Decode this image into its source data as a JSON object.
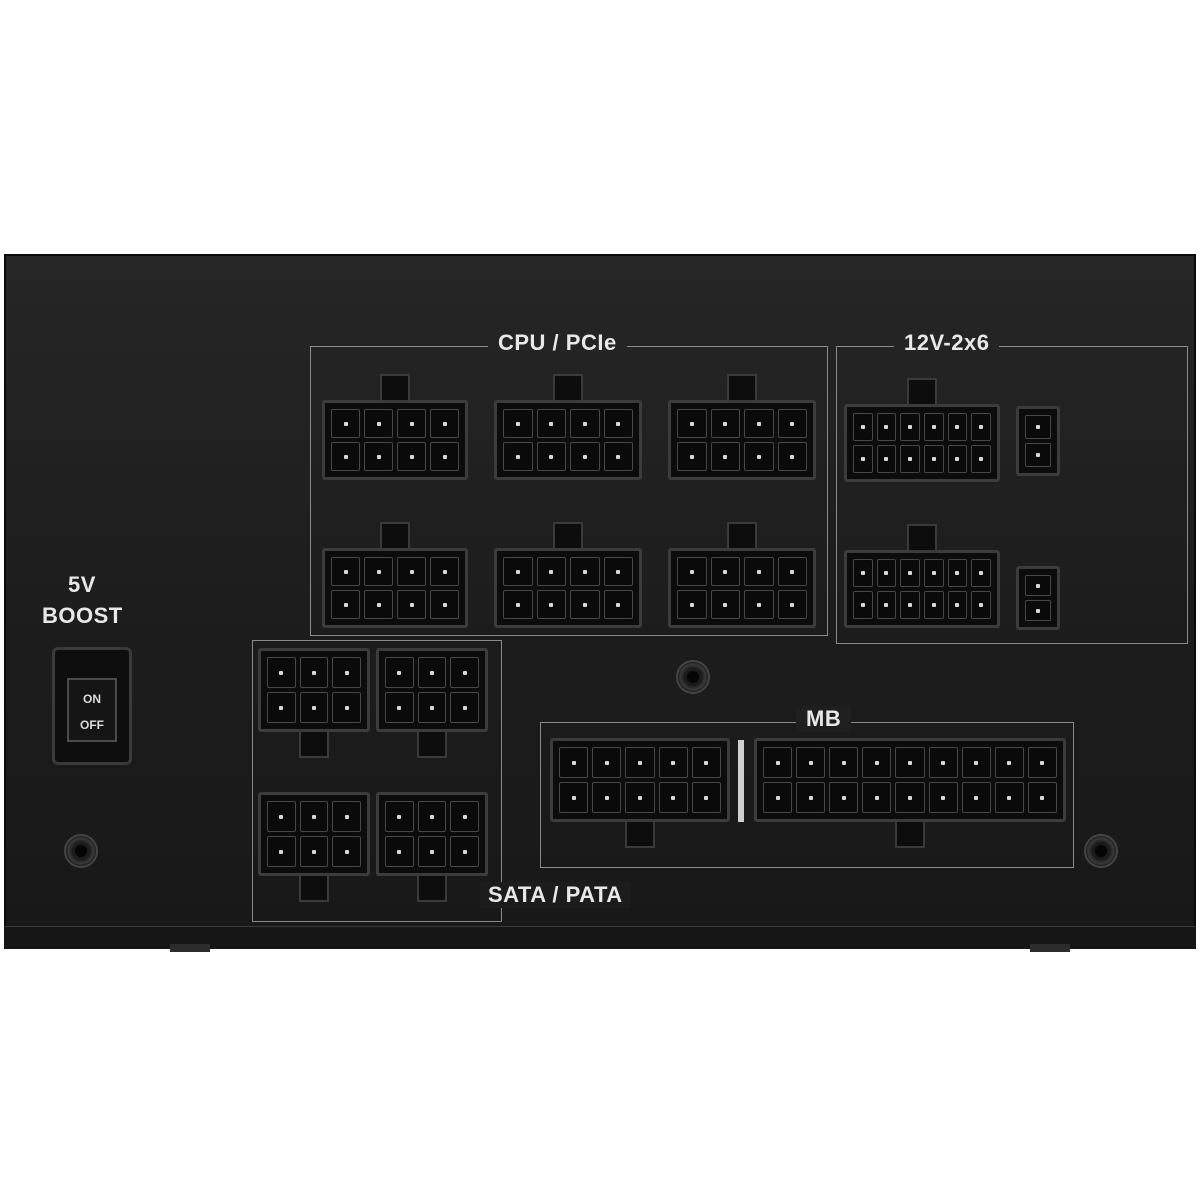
{
  "panel_labels": {
    "cpu_pcie": "CPU / PCIe",
    "rail_12v": "12V-2x6",
    "mb": "MB",
    "sata_pata": "SATA / PATA",
    "boost_5v": "5V",
    "boost_word": "BOOST"
  },
  "switch": {
    "on_label": "ON",
    "off_label": "OFF"
  }
}
